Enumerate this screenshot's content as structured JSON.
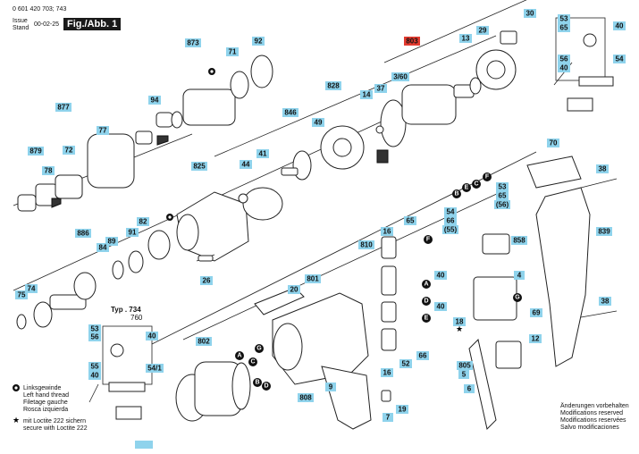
{
  "header": {
    "doc_number": "0 601 420 703; 743",
    "issue_label": "Issue",
    "stand_label": "Stand",
    "date": "00-02-25",
    "figure_label": "Fig./Abb. 1"
  },
  "left_thread_note": [
    "Linksgewinde",
    "Left hand thread",
    "Filetage gauche",
    "Rosca izquierda"
  ],
  "loctite_note": [
    "mit Loctite 222 sichern",
    "secure with Loctite 222"
  ],
  "rights_note": [
    "Änderungen vorbehalten",
    "Modifications reserved",
    "Modifications reservées",
    "Salvo modificaciones"
  ],
  "typ_label": "Typ . 734",
  "typ_label2": "760",
  "callouts": {
    "c1": "873",
    "c2": "71",
    "c3": "92",
    "c4": "94",
    "c5": "877",
    "c6": "77",
    "c7": "879",
    "c8": "72",
    "c9": "78",
    "c10": "803",
    "c11": "13",
    "c12": "29",
    "c13": "30",
    "c14": "828",
    "c15": "14",
    "c16": "37",
    "c17": "3/60",
    "c18": "846",
    "c19": "49",
    "c20": "825",
    "c21": "44",
    "c22": "41",
    "c23": "886",
    "c24": "89",
    "c25": "84",
    "c26": "91",
    "c27": "82",
    "c28": "26",
    "c29": "75",
    "c30": "74",
    "c31": "20",
    "c32": "801",
    "c33": "802",
    "c34": "808",
    "c35": "9",
    "c36": "810",
    "c37": "65",
    "c38": "16",
    "c39": "858",
    "c40": "40",
    "c41": "40",
    "c42": "4",
    "c43": "18",
    "c44": "69",
    "c45": "12",
    "c46": "805",
    "c47": "5",
    "c48": "6",
    "c49": "52",
    "c50": "66",
    "c51": "16",
    "c52": "7",
    "c53": "19",
    "c54": "70",
    "c55": "38",
    "c56": "839",
    "c57": "38",
    "c58": "54",
    "c59": "66",
    "c60": "(55)",
    "c61": "53",
    "c62": "65",
    "c63": "(56)",
    "c64": "53",
    "c65": "65",
    "c66": "40",
    "c67": "56",
    "c68": "40",
    "c69": "54",
    "c70": "53",
    "c71": "56",
    "c72": "40",
    "c73": "55",
    "c74": "40",
    "c75": "54/1"
  },
  "letters": {
    "A": "A",
    "B": "B",
    "C": "C",
    "D": "D",
    "E": "E",
    "F": "F",
    "G": "G"
  }
}
